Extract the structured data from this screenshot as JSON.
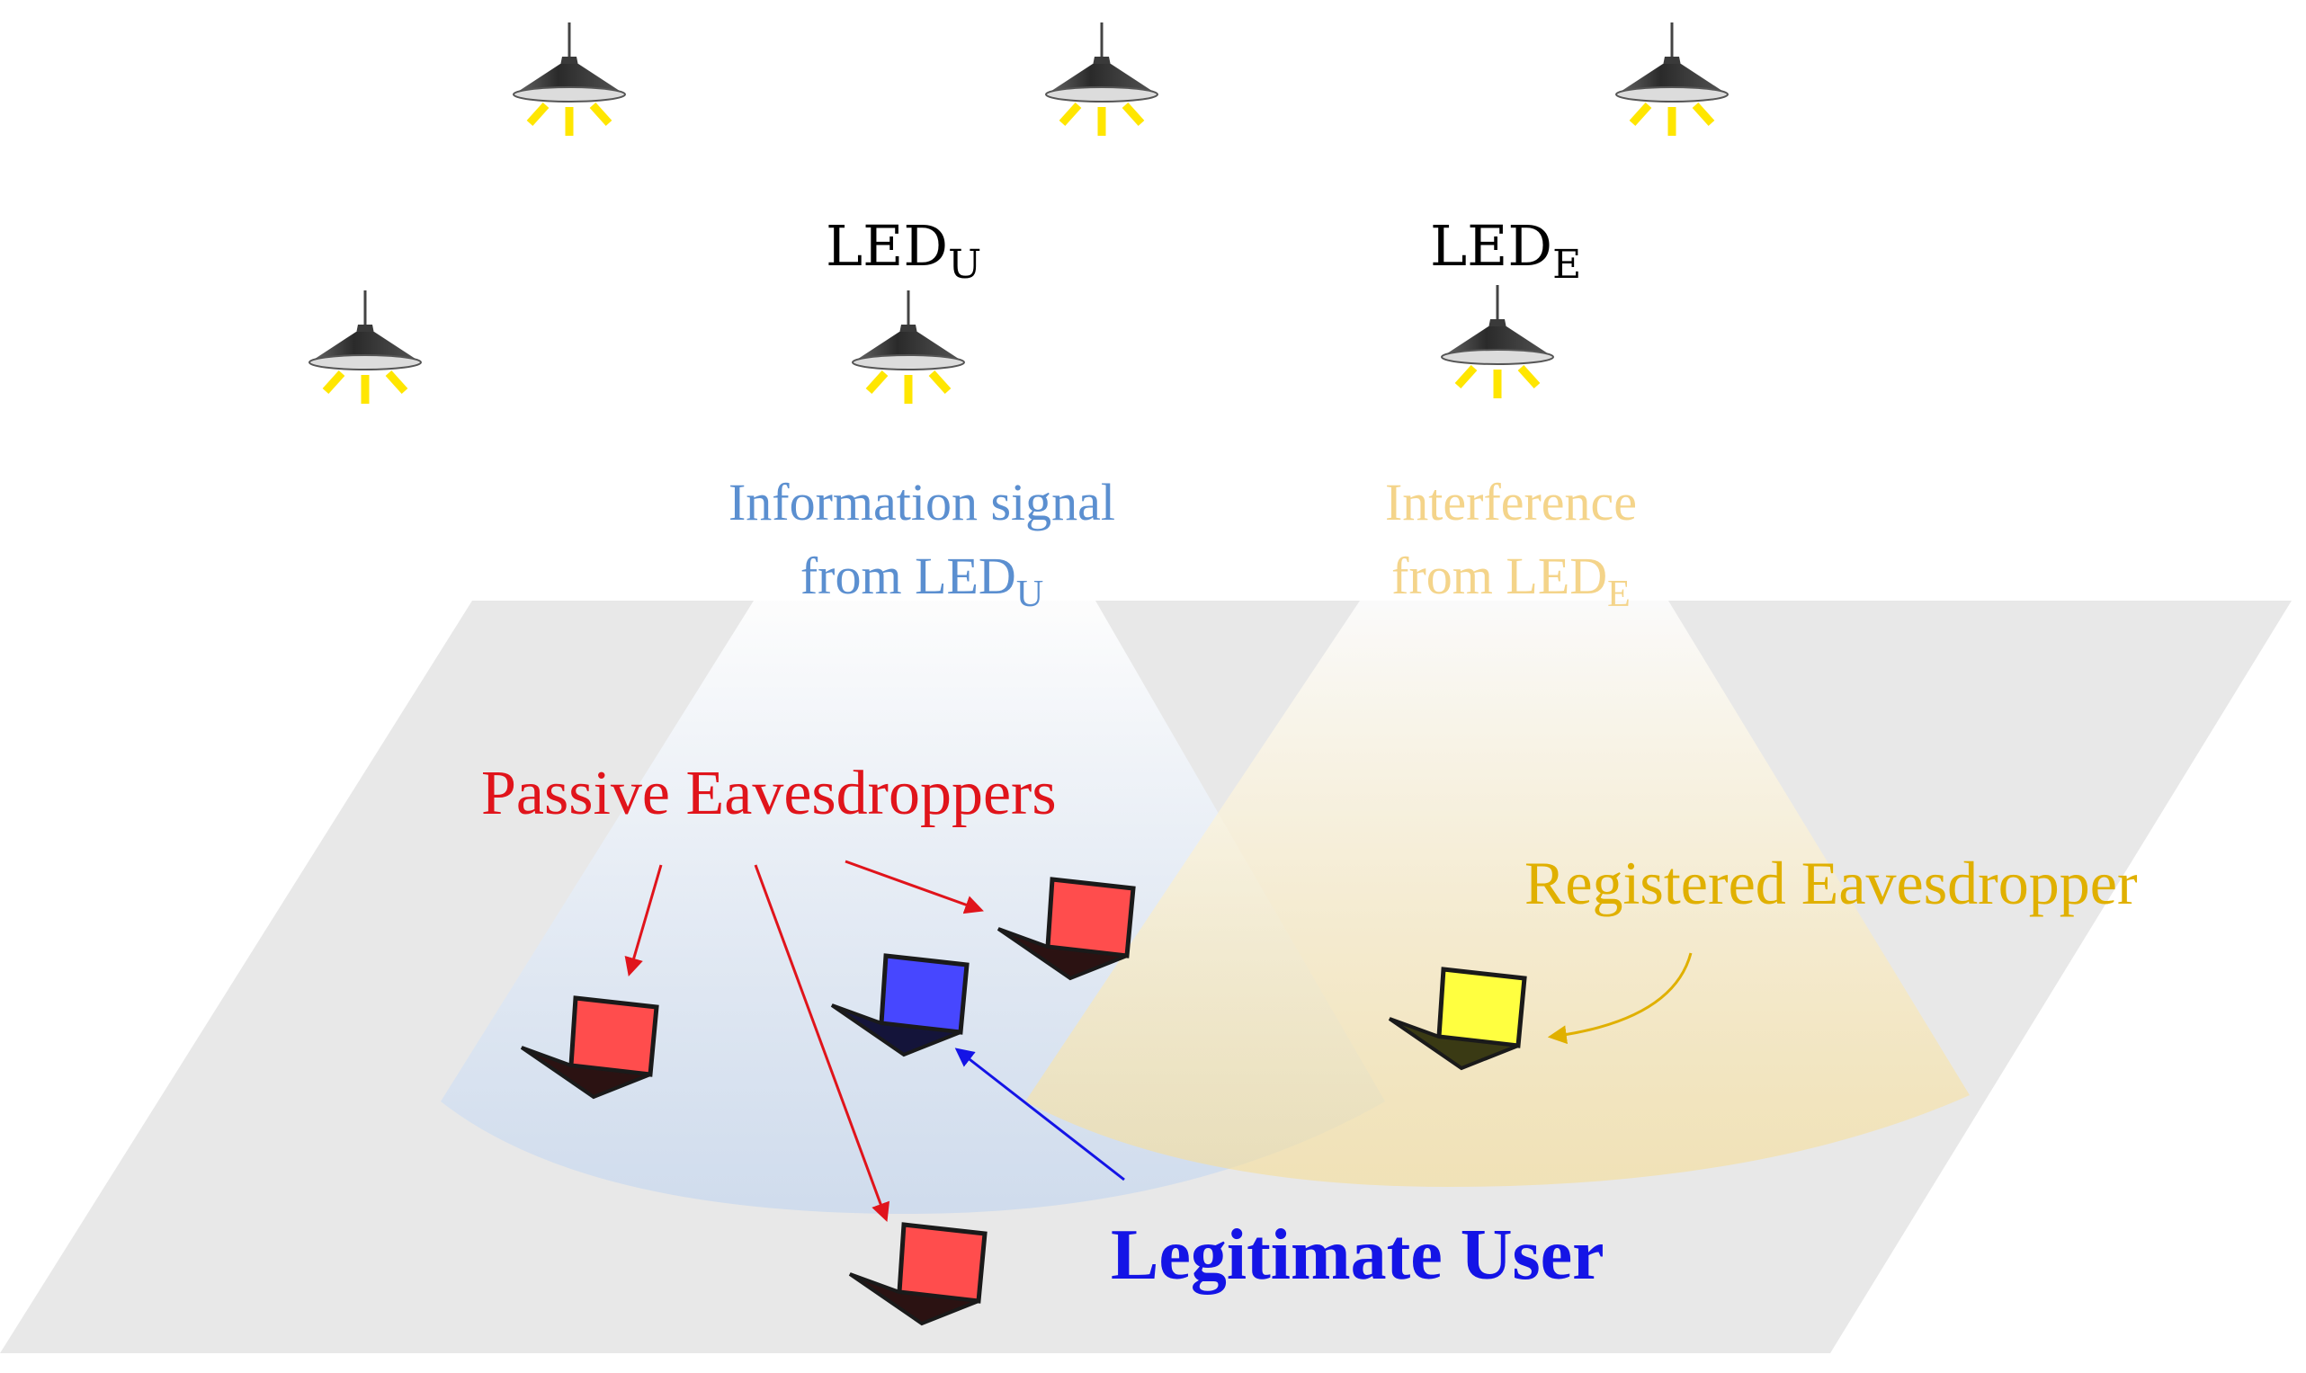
{
  "labels": {
    "led_u": {
      "base": "LED",
      "sub": "U"
    },
    "led_e": {
      "base": "LED",
      "sub": "E"
    },
    "info_signal": {
      "line1": "Information signal",
      "line2_base": "from LED",
      "line2_sub": "U"
    },
    "interference": {
      "line1": "Interference",
      "line2_base": "from LED",
      "line2_sub": "E"
    },
    "passive": "Passive Eavesdroppers",
    "registered": "Registered Eavesdropper",
    "legitimate": "Legitimate User"
  },
  "colors": {
    "floor": "#e8e8e8",
    "info_beam": "#cfdcef",
    "interference_beam": "#f7e3a8",
    "info_text": "#5b8fd0",
    "interference_text": "#f4d48a",
    "passive": "#e0141b",
    "registered": "#e0b000",
    "legitimate": "#1414e6",
    "lamp_body": "#3a3a3a",
    "lamp_ray": "#ffe600",
    "laptop_red": "#ff4d4d",
    "laptop_blue": "#4747ff",
    "laptop_yellow": "#ffff40"
  },
  "icons": {
    "lamp": "ceiling-lamp-icon",
    "laptop": "laptop-icon"
  }
}
